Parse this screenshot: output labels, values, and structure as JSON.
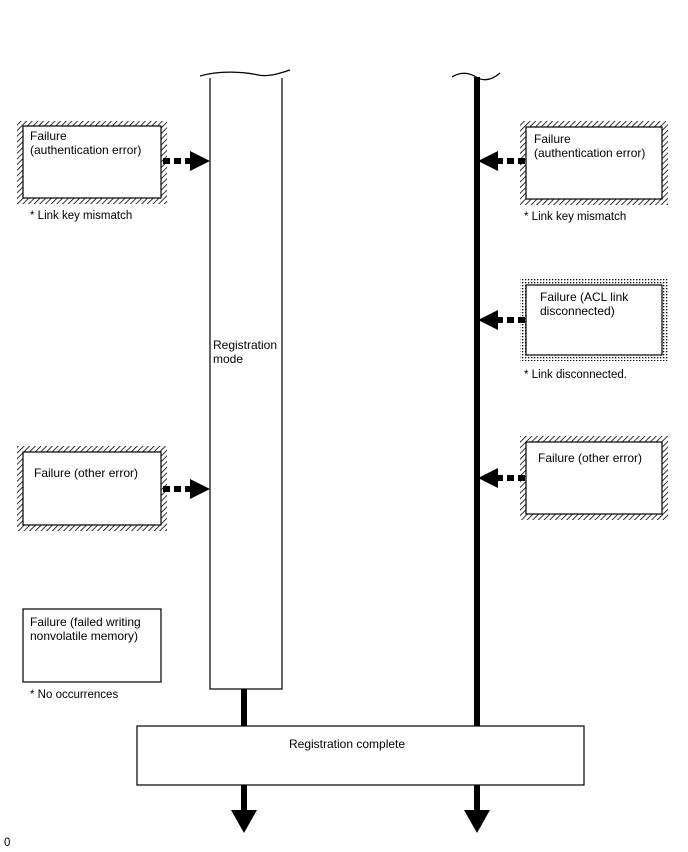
{
  "registration_mode": {
    "line1": "Registration",
    "line2": "mode"
  },
  "registration_complete": "Registration complete",
  "left": {
    "auth_error": {
      "line1": "Failure",
      "line2": "(authentication error)",
      "note": "* Link key mismatch"
    },
    "other_error": {
      "line1": "Failure (other error)"
    },
    "nvm_error": {
      "line1": "Failure (failed writing",
      "line2": "nonvolatile memory)",
      "note": "* No occurrences"
    }
  },
  "right": {
    "auth_error": {
      "line1": "Failure",
      "line2": "(authentication error)",
      "note": "* Link key mismatch"
    },
    "acl_error": {
      "line1": "Failure (ACL link",
      "line2": "disconnected)",
      "note": "* Link disconnected."
    },
    "other_error": {
      "line1": "Failure (other error)"
    }
  },
  "corner_mark": "0"
}
